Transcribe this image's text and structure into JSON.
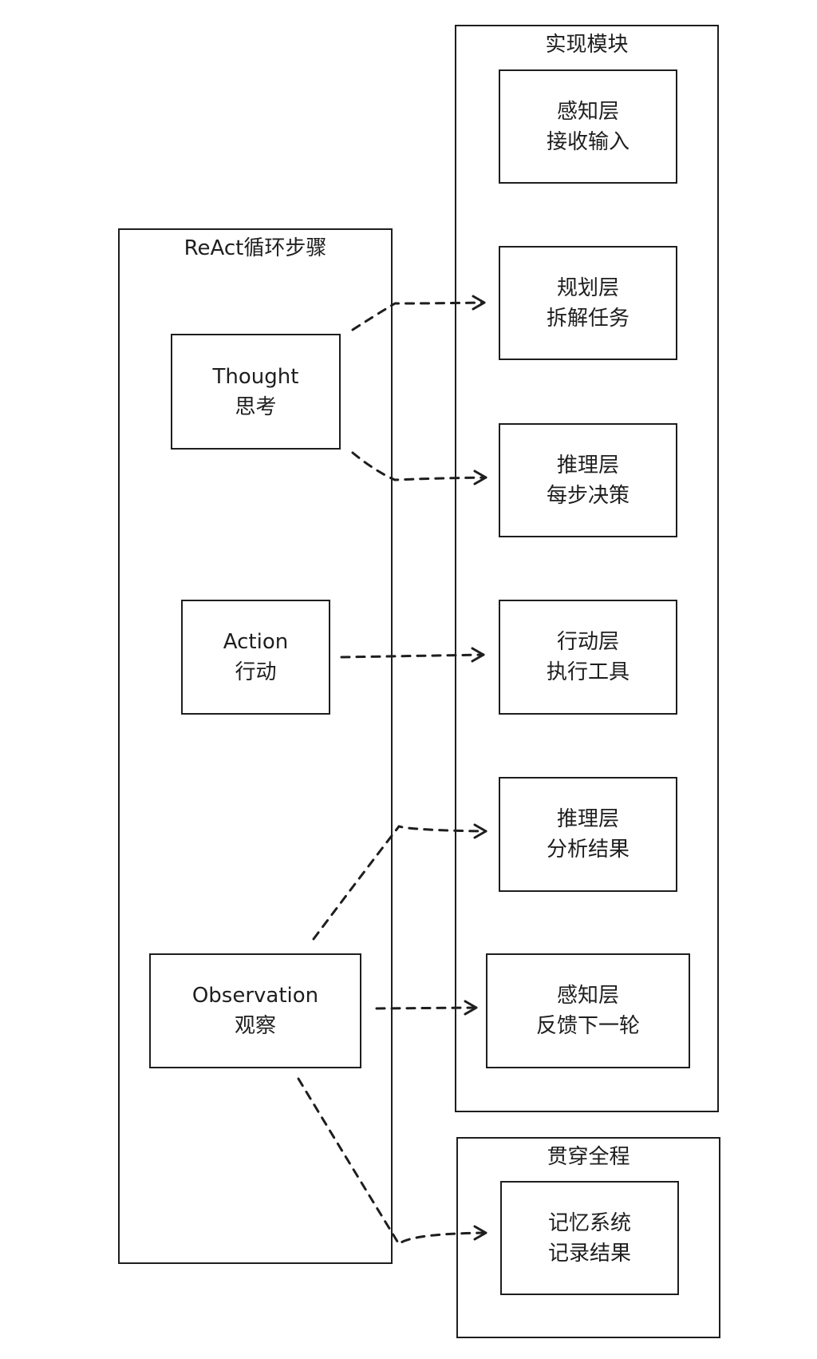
{
  "groups": {
    "implementation": {
      "title": "实现模块"
    },
    "react": {
      "title": "ReAct循环步骤"
    },
    "throughout": {
      "title": "贯穿全程"
    }
  },
  "react_steps": [
    {
      "id": "thought",
      "en": "Thought",
      "zh": "思考"
    },
    {
      "id": "action",
      "en": "Action",
      "zh": "行动"
    },
    {
      "id": "observation",
      "en": "Observation",
      "zh": "观察"
    }
  ],
  "modules": [
    {
      "id": "perception-input",
      "line1": "感知层",
      "line2": "接收输入"
    },
    {
      "id": "planning",
      "line1": "规划层",
      "line2": "拆解任务"
    },
    {
      "id": "reasoning-step",
      "line1": "推理层",
      "line2": "每步决策"
    },
    {
      "id": "action-layer",
      "line1": "行动层",
      "line2": "执行工具"
    },
    {
      "id": "reasoning-analysis",
      "line1": "推理层",
      "line2": "分析结果"
    },
    {
      "id": "perception-feedback",
      "line1": "感知层",
      "line2": "反馈下一轮"
    }
  ],
  "memory": {
    "line1": "记忆系统",
    "line2": "记录结果"
  },
  "connections": [
    {
      "from": "thought",
      "to": "planning"
    },
    {
      "from": "thought",
      "to": "reasoning-step"
    },
    {
      "from": "action",
      "to": "action-layer"
    },
    {
      "from": "observation",
      "to": "reasoning-analysis"
    },
    {
      "from": "observation",
      "to": "perception-feedback"
    },
    {
      "from": "observation",
      "to": "memory"
    }
  ]
}
